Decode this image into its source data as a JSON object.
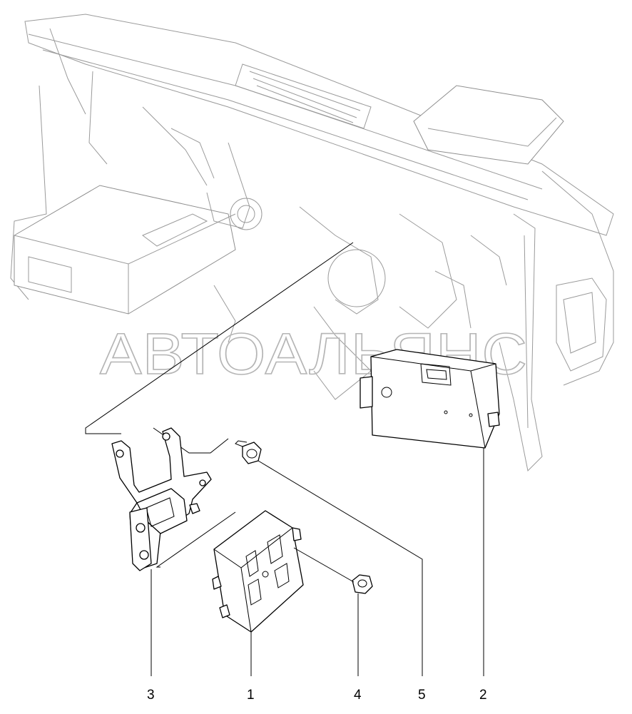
{
  "watermark": "АВТОАЛЬЯНС",
  "callouts": [
    {
      "label": "3",
      "part": "bracket"
    },
    {
      "label": "1",
      "part": "control-unit-small"
    },
    {
      "label": "4",
      "part": "nut"
    },
    {
      "label": "5",
      "part": "bolt"
    },
    {
      "label": "2",
      "part": "control-unit-large"
    }
  ]
}
